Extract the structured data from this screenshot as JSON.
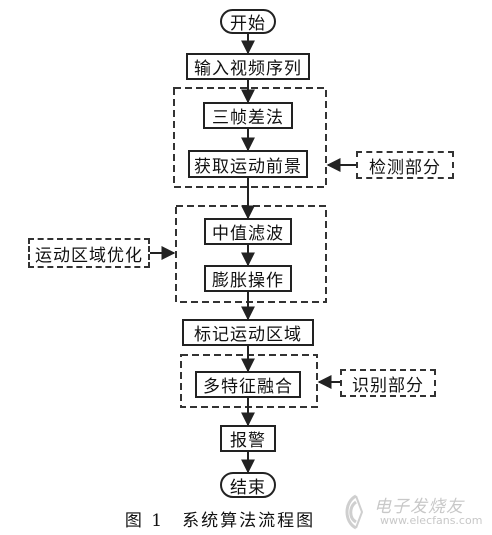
{
  "nodes": {
    "start": "开始",
    "input_video": "输入视频序列",
    "three_frame_diff": "三帧差法",
    "get_foreground": "获取运动前景",
    "median_filter": "中值滤波",
    "dilation": "膨胀操作",
    "mark_region": "标记运动区域",
    "multi_feature_fusion": "多特征融合",
    "alarm": "报警",
    "end": "结束"
  },
  "group_labels": {
    "detection": "检测部分",
    "region_optimization": "运动区域优化",
    "recognition": "识别部分"
  },
  "caption": {
    "figure_number": "图 1",
    "title": "系统算法流程图"
  },
  "watermark": {
    "text": "电子发烧友",
    "url": "www.elecfans.com"
  }
}
